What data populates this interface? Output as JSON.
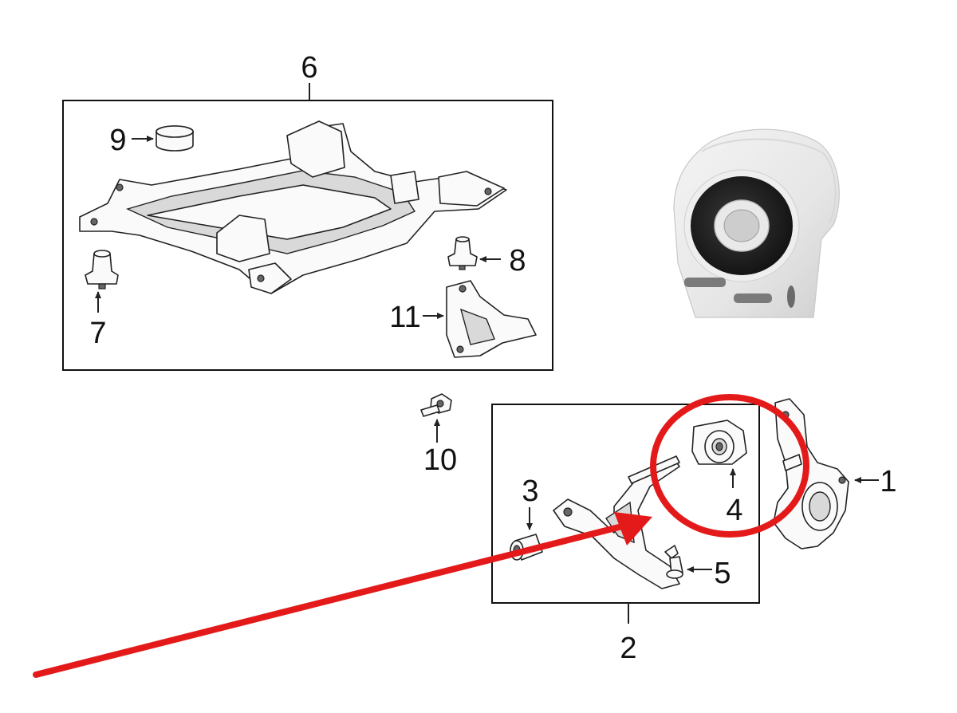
{
  "colors": {
    "background": "#ffffff",
    "line": "#222222",
    "highlight": "#e41a1a",
    "bushing_body": "#ececec",
    "bushing_rubber": "#2a2a2a"
  },
  "callouts": {
    "c1": "1",
    "c2": "2",
    "c3": "3",
    "c4": "4",
    "c5": "5",
    "c6": "6",
    "c7": "7",
    "c8": "8",
    "c9": "9",
    "c10": "10",
    "c11": "11"
  },
  "icons": {
    "pointer": "red-arrow-icon",
    "highlight": "red-circle-highlight"
  }
}
